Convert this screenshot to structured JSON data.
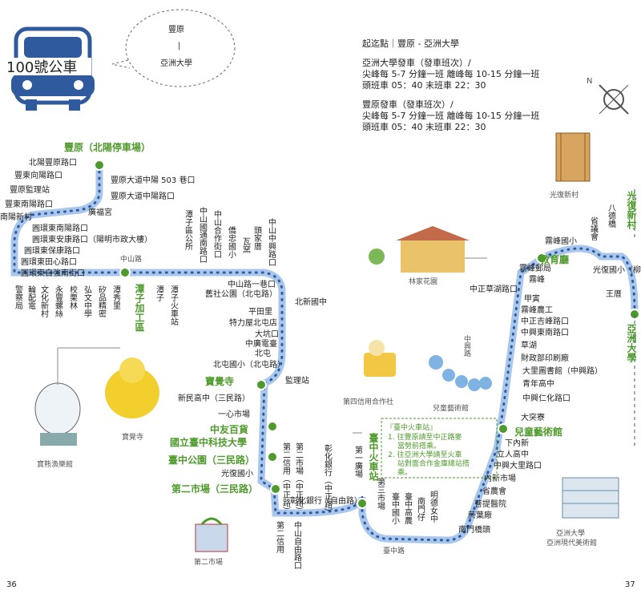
{
  "title": {
    "route_badge": "100號公車",
    "bubble": [
      "豐原",
      "|",
      "亞洲大學"
    ]
  },
  "info": {
    "endpoints": "起迄點｜豐原 - 亞洲大學",
    "asia_title": "亞洲大學發車（發車班次）/",
    "asia_line1": "尖峰每 5-7 分鐘一班    離峰每 10-15 分鐘一班",
    "asia_line2": "頭班車 05：40  末班車 22：30",
    "fy_title": "豐原發車（發車班次）/",
    "fy_line1": "尖峰每 5-7 分鐘一班    離峰每 10-15 分鐘一班",
    "fy_line2": "頭班車 05：40  末班車 22：30"
  },
  "major_stops": {
    "fengyuan": "豐原（北陽停車場）",
    "tanzi": "潭子加工區",
    "jueji": "寶覺寺",
    "zhongyou": "中友百貨",
    "museum": "國立臺中科技大學",
    "park": "臺中公園（三民路）",
    "market": "第二市場（三民路）",
    "station": "臺中火車站",
    "art": "兒童藝術館",
    "edu": "教育廳",
    "guangfu": "光復新村",
    "asia": "亞洲大學"
  },
  "stops_left": [
    "北陽豐原路口",
    "豐東向陽路口",
    "豐原監理站",
    "豐東南陽路口",
    "南陽新村",
    "圓環東南陽路口",
    "圓環東安康路口（陽明市政大樓）",
    "圓環東保康路口",
    "圓環東田心路口",
    "圓環東自強南街口",
    "廣福宮",
    "豐原大道中陽 503 巷口",
    "豐原大道中陽路口"
  ],
  "stops_vertical_left": [
    "警察局",
    "輪配電",
    "文化新村",
    "永豐螺絲",
    "校栗林",
    "弘文中學",
    "矽品精密",
    "潭秀里",
    "潭子",
    "潭子火車站"
  ],
  "stops_vertical_top": [
    "潭子區公所",
    "中山國通南路口",
    "中山合作街口",
    "僑忠國小",
    "瓦窯",
    "頭家厝",
    "中山中興路口"
  ],
  "stops_mid": [
    "中山路一巷口",
    "舊社公園（北屯路）",
    "北新國中",
    "平田里",
    "特力屋北屯店",
    "大坑口",
    "中廣電臺",
    "北屯",
    "北屯國小（北屯路）",
    "監理站",
    "新民高中（三民路）",
    "一心市場",
    "光復國小"
  ],
  "stops_lower_vert": [
    "第二信用（中正路）",
    "第二市場（中正路）",
    "彰化銀行（中正路）",
    "第二信用",
    "中山自由路口",
    "第一廣場",
    "第三市場",
    "臺中國小",
    "臺中高農",
    "南門仔",
    "明德女中"
  ],
  "bank_label": "彰化銀行（自由路）",
  "stops_right": [
    "霧峰國小",
    "霧峰郵局",
    "霧峰",
    "中正草湖路口",
    "甲寅",
    "霧峰農工",
    "中正吉峰路口",
    "中興東南路口",
    "草湖",
    "財政部印刷廠",
    "大里圖書館（中興路）",
    "青年高中",
    "中興仁化路口",
    "大突寮",
    "下內新",
    "立人高中",
    "中興大里路口",
    "內新市場",
    "省農會",
    "菩提醫院",
    "菸葉廠",
    "南門橋頭"
  ],
  "stops_far_right": [
    "八德橋",
    "省議會",
    "光復國小（柳豐路）",
    "王厝"
  ],
  "road_labels": [
    "中山路",
    "中興路",
    "臺中路"
  ],
  "landmarks": [
    "光復新村",
    "林家花園",
    "第四信用合作社",
    "兒童藝術館",
    "寶覺寺",
    "寶熊漁樂館",
    "第二市場",
    "亞洲大學\n亞洲現代美術館"
  ],
  "note": {
    "title": "『臺中火車站』",
    "lines": [
      "1. 往豐原請至中正路麥",
      "當勞前搭乘。",
      "2. 往亞洲大學請至火車",
      "站對面合作金庫總站搭",
      "乘。"
    ]
  },
  "page_numbers": {
    "left": "36",
    "right": "37"
  },
  "colors": {
    "route": "#2f5b9e",
    "route_fill": "#a9c7ec",
    "green": "#4f9a2c"
  }
}
